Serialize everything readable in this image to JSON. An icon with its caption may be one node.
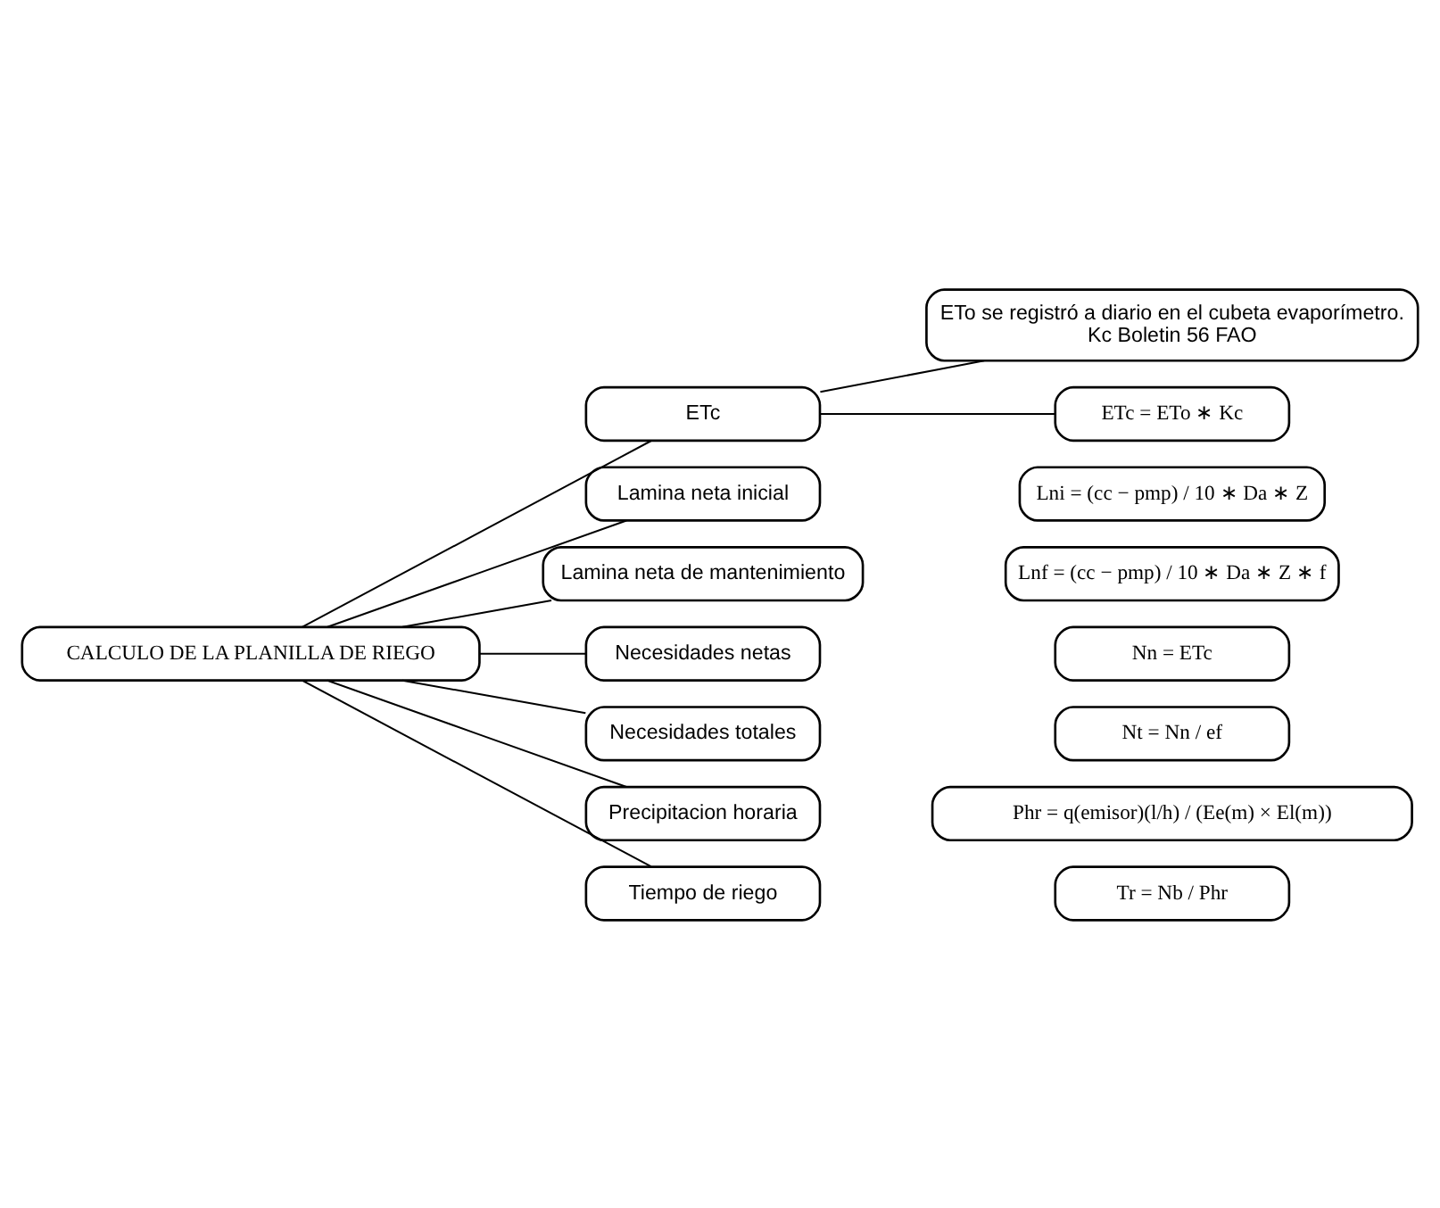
{
  "diagram": {
    "nodes": [
      {
        "text": [
          "CALCULO DE LA PLANILLA DE RIEGO"
        ]
      },
      {
        "text": [
          "ETc"
        ]
      },
      {
        "text": [
          "ETo se registró a diario en el cubeta evaporímetro.  Kc Boletin 56 FAO"
        ]
      },
      {
        "text": [
          "ETc = ETo ∗ Kc"
        ]
      },
      {
        "text": [
          "Lamina neta inicial"
        ]
      },
      {
        "text": [
          "Lni = (cc − pmp) / 10 ∗ Da ∗ Z"
        ]
      },
      {
        "text": [
          "Lamina neta de mantenimiento"
        ]
      },
      {
        "text": [
          "Lnf = (cc − pmp) / 10 ∗ Da ∗ Z ∗ f"
        ]
      },
      {
        "text": [
          "Necesidades netas"
        ]
      },
      {
        "text": [
          "Nn = ETc"
        ]
      },
      {
        "text": [
          "Necesidades totales"
        ]
      },
      {
        "text": [
          "Nt = Nn / ef"
        ]
      },
      {
        "text": [
          "Precipitacion horaria"
        ]
      },
      {
        "text": [
          "Phr = q(emisor)(l/h) / (Ee(m) × El(m))"
        ]
      },
      {
        "text": [
          "Tiempo de riego"
        ]
      },
      {
        "text": [
          "Tr = Nb / Phr"
        ]
      }
    ],
    "edges": [
      {
        "from": 0,
        "to": 1,
        "arrow": "none"
      },
      {
        "from": 0,
        "to": 4,
        "arrow": "none"
      },
      {
        "from": 0,
        "to": 6,
        "arrow": "none"
      },
      {
        "from": 0,
        "to": 8,
        "arrow": "none"
      },
      {
        "from": 0,
        "to": 10,
        "arrow": "none"
      },
      {
        "from": 0,
        "to": 12,
        "arrow": "none"
      },
      {
        "from": 0,
        "to": 14,
        "arrow": "none"
      },
      {
        "from": 1,
        "to": 2,
        "arrow": "none"
      },
      {
        "from": 1,
        "to": 3,
        "arrow": "none"
      }
    ]
  }
}
